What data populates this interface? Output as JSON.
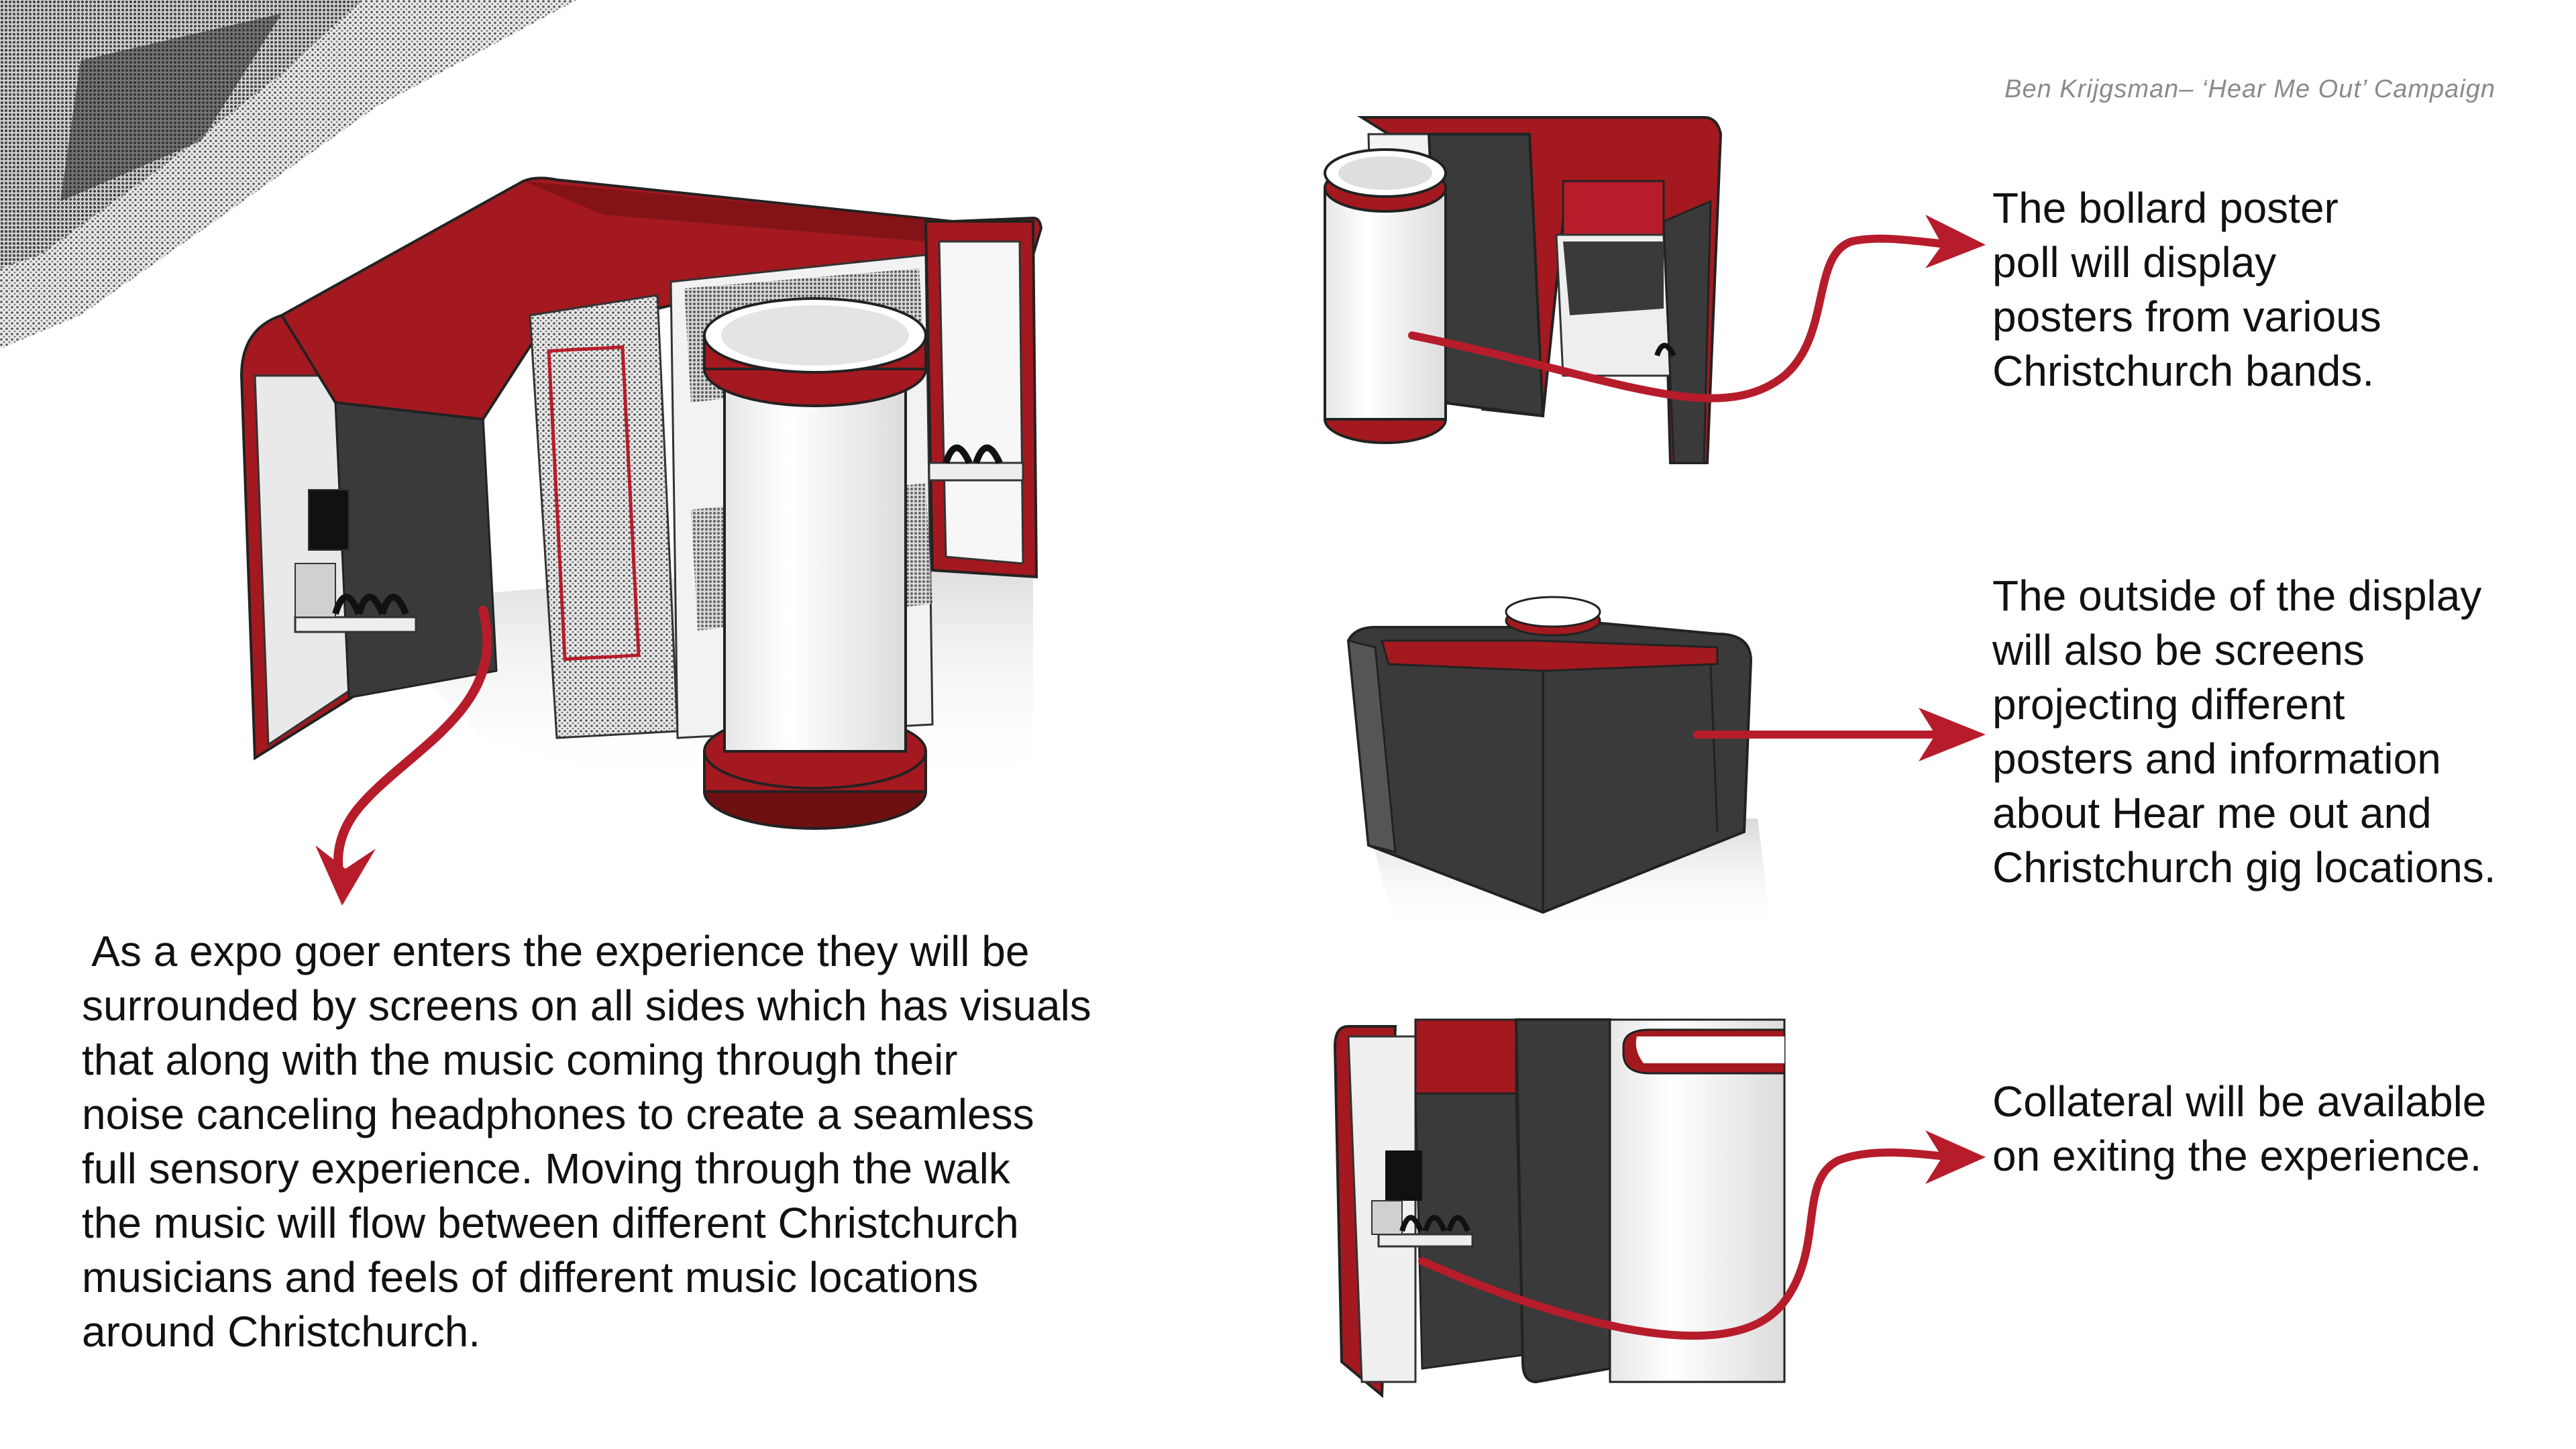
{
  "credit": "Ben Krijgsman– ‘Hear Me Out’ Campaign",
  "main_description": {
    "lines": [
      " As a expo goer enters the experience they will be",
      "surrounded by screens on all sides which has visuals",
      "that along with the music coming through their",
      "noise canceling headphones to create a seamless",
      "full sensory experience. Moving through the walk",
      "the music will flow between different Christchurch",
      "musicians and feels of different music locations",
      "around Christchurch."
    ]
  },
  "callouts": [
    {
      "lines": [
        "The bollard poster",
        "poll will display",
        "posters from various",
        "Christchurch bands."
      ]
    },
    {
      "lines": [
        "The outside of the display",
        "will also be screens",
        "projecting different",
        "posters and information",
        "about Hear me out and",
        "Christchurch gig locations."
      ]
    },
    {
      "lines": [
        "Collateral will be available",
        "on exiting the experience."
      ]
    }
  ],
  "colors": {
    "brand_red": "#a3191f",
    "dark_red": "#6e0f12",
    "arrow_red": "#b71c2b",
    "screen_dark": "#3a3a3a",
    "panel_white": "#f4f4f4"
  }
}
